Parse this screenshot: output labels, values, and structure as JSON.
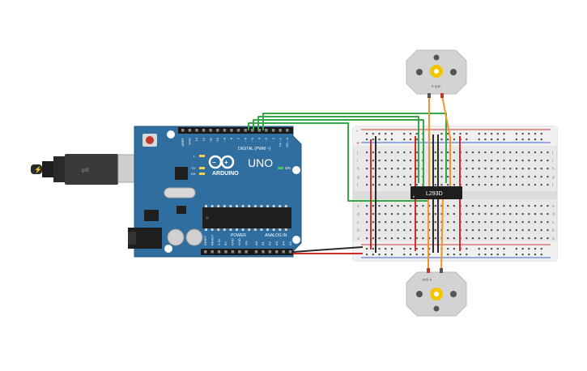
{
  "arduino": {
    "brand": "ARDUINO",
    "model": "UNO",
    "digital_label": "DIGITAL (PWM ~)",
    "power_label": "POWER",
    "analog_label": "ANALOG IN",
    "on_label": "ON",
    "tx_label": "TX",
    "rx_label": "RX",
    "l_label": "L",
    "digital_pins": [
      "AREF",
      "GND",
      "13",
      "12",
      "~11",
      "~10",
      "~9",
      "8",
      "7",
      "~6",
      "~5",
      "4",
      "~3",
      "2",
      "TX→1",
      "RX←0"
    ],
    "power_pins": [
      "IOREF",
      "RESET",
      "3.3V",
      "5V",
      "GND",
      "GND",
      "Vin"
    ],
    "analog_pins": [
      "A0",
      "A1",
      "A2",
      "A3",
      "A4",
      "A5"
    ]
  },
  "driver": {
    "label": "L293D"
  },
  "motors": [
    {
      "name": "top-motor",
      "label": "0 rpm"
    },
    {
      "name": "bottom-motor",
      "label": "0 rpm"
    }
  ],
  "breadboard": {
    "row_letters_top": [
      "j",
      "i",
      "h",
      "g",
      "f"
    ],
    "row_letters_bottom": [
      "e",
      "d",
      "c",
      "b",
      "a"
    ],
    "rail_plus": "+",
    "rail_minus": "-"
  },
  "colors": {
    "board": "#2f6e9e",
    "wire_green": "#3aa64a",
    "wire_orange": "#f0962a",
    "wire_red": "#d42a2a",
    "wire_black": "#2b2b2b",
    "motor_hub": "#f2c500"
  }
}
